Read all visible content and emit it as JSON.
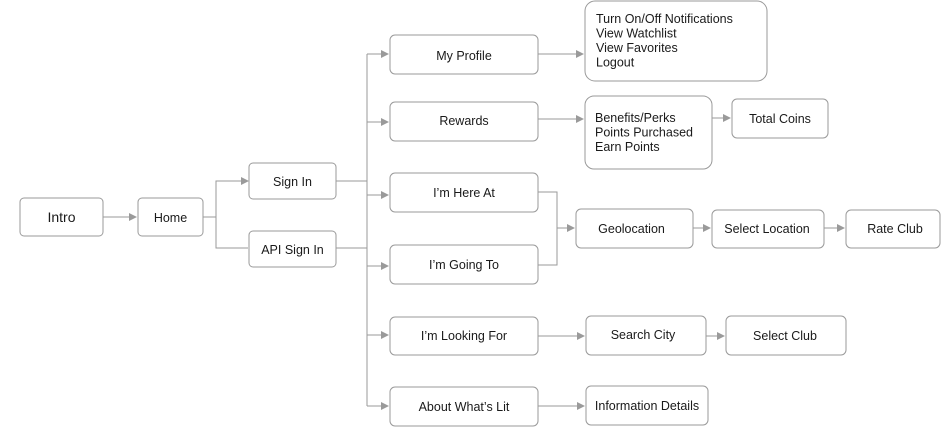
{
  "nodes": {
    "intro": "Intro",
    "home": "Home",
    "sign_in": "Sign In",
    "api_sign_in": "API Sign In",
    "my_profile": "My Profile",
    "rewards": "Rewards",
    "im_here_at": "I’m Here At",
    "im_going_to": "I’m Going To",
    "im_looking_for": "I’m Looking For",
    "about_whats_lit": "About What’s Lit",
    "profile_options": [
      "Turn On/Off Notifications",
      "View Watchlist",
      "View Favorites",
      "Logout"
    ],
    "rewards_options": [
      "Benefits/Perks",
      "Points Purchased",
      "Earn Points"
    ],
    "total_coins": "Total Coins",
    "geolocation": "Geolocation",
    "select_location": "Select Location",
    "rate_club": "Rate Club",
    "search_city": "Search City",
    "select_club": "Select Club",
    "information_details": "Information Details"
  },
  "colors": {
    "box_border": "#9a9a9a",
    "connector": "#9a9a9a",
    "text": "#1a1a1a",
    "background": "#ffffff"
  }
}
